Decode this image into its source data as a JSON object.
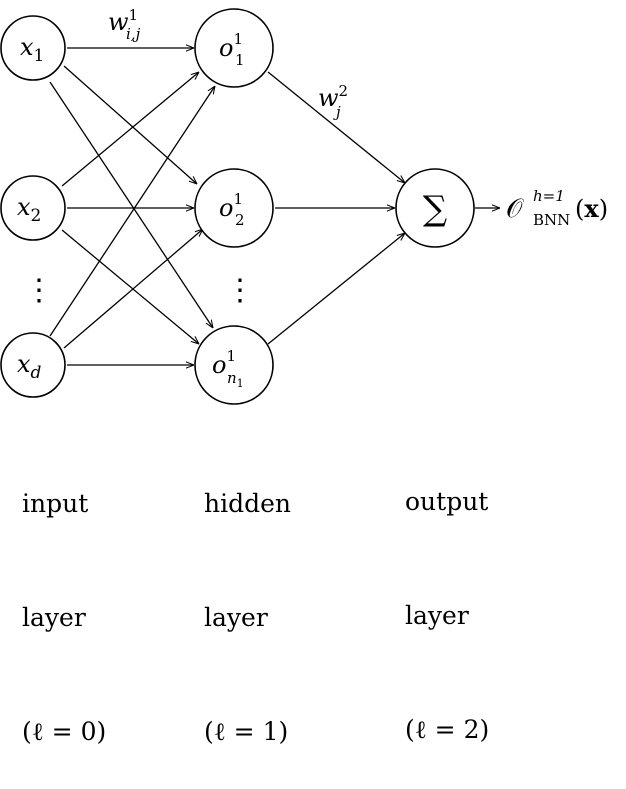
{
  "nodes": {
    "inputs": [
      {
        "base": "x",
        "sub": "1"
      },
      {
        "base": "x",
        "sub": "2"
      },
      {
        "base": "x",
        "sub": "d"
      }
    ],
    "hidden": [
      {
        "base": "o",
        "sub": "1",
        "sup": "1"
      },
      {
        "base": "o",
        "sub": "2",
        "sup": "1"
      },
      {
        "base": "o",
        "sub": "n",
        "subsub": "1",
        "sup": "1"
      }
    ],
    "output": {
      "symbol": "∑"
    },
    "vdots": "⋮"
  },
  "weights": {
    "input_to_hidden": {
      "base": "w",
      "sup": "1",
      "sub": "i,j"
    },
    "hidden_to_output": {
      "base": "w",
      "sup": "2",
      "sub": "j"
    }
  },
  "result": {
    "base": "𝒪",
    "sup": "h=1",
    "sub": "BNN",
    "arg_open": "(",
    "arg": "x",
    "arg_close": ")"
  },
  "layers": [
    {
      "name": "input",
      "word": "layer",
      "index": "(ℓ = 0)"
    },
    {
      "name": "hidden",
      "word": "layer",
      "index": "(ℓ = 1)"
    },
    {
      "name": "output",
      "word": "layer",
      "index": "(ℓ = 2)"
    }
  ]
}
